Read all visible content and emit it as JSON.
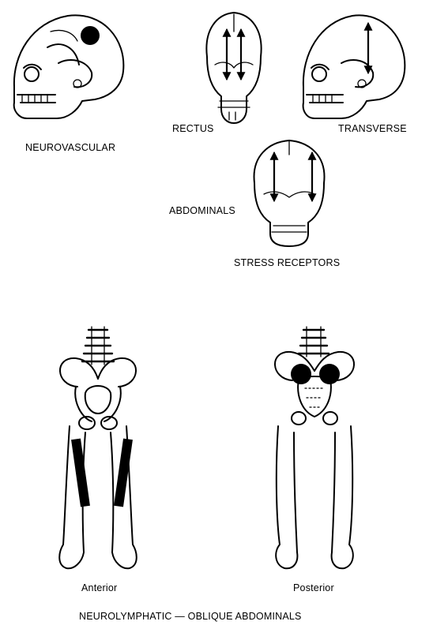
{
  "labels": {
    "neurovascular": "NEUROVASCULAR",
    "rectus": "RECTUS",
    "transverse": "TRANSVERSE",
    "abdominals": "ABDOMINALS",
    "stress_receptors": "STRESS RECEPTORS",
    "anterior": "Anterior",
    "posterior": "Posterior",
    "caption": "NEUROLYMPHATIC — OBLIQUE ABDOMINALS"
  },
  "colors": {
    "ink": "#000000",
    "paper": "#ffffff"
  }
}
